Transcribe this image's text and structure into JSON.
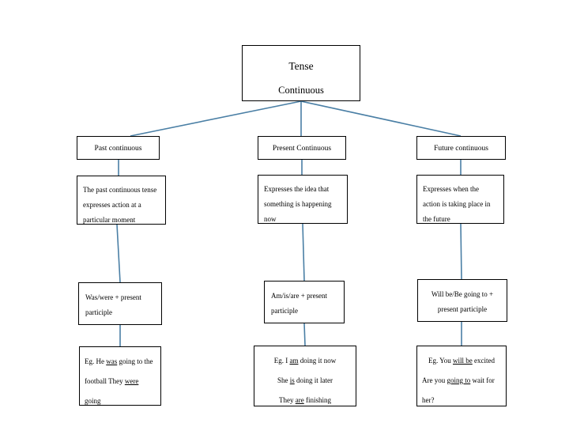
{
  "title": {
    "line1": "Tense",
    "line2": "Continuous"
  },
  "columns": [
    {
      "header": "Past continuous",
      "description": "The past continuous tense expresses action at a particular moment",
      "form": "Was/were + present participle",
      "examples": [
        "Eg. He was going to the football",
        "They were going"
      ]
    },
    {
      "header": "Present Continuous",
      "description": "Expresses the idea that something is happening now",
      "form": "Am/is/are + present participle",
      "examples": [
        "Eg. I am doing it now",
        "She is doing it later",
        "They are finishing"
      ]
    },
    {
      "header": "Future continuous",
      "description": "Expresses when the action is taking place in the future",
      "form": "Will be/Be going to + present participle",
      "examples": [
        "Eg. You will be excited",
        "Are you going to wait for her?"
      ]
    }
  ],
  "colors": {
    "connector": "#4A7FA5",
    "border": "#000000",
    "background": "#FFFFFF",
    "text": "#000000"
  }
}
